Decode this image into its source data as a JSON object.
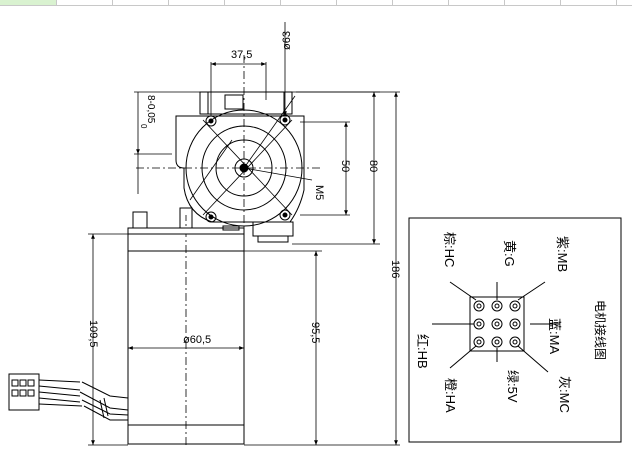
{
  "dims": {
    "width_37_5": "37,5",
    "dia_63": "ø63",
    "tol_upper": "0",
    "tol_main": "8-0,05",
    "h_50": "50",
    "h_80": "80",
    "thread_m5": "M5",
    "total_186": "186",
    "body_109_5": "109,5",
    "body_95_5": "95,5",
    "dia_60_5": "ø60,5"
  },
  "wiring": {
    "title": "电机接线图",
    "mb": "紫:MB",
    "g": "黄:G",
    "hc": "棕:HC",
    "ma": "蓝:MA",
    "hb": "红:HB",
    "ha": "橙:HA",
    "v5": "绿:5V",
    "mc": "灰:MC"
  }
}
